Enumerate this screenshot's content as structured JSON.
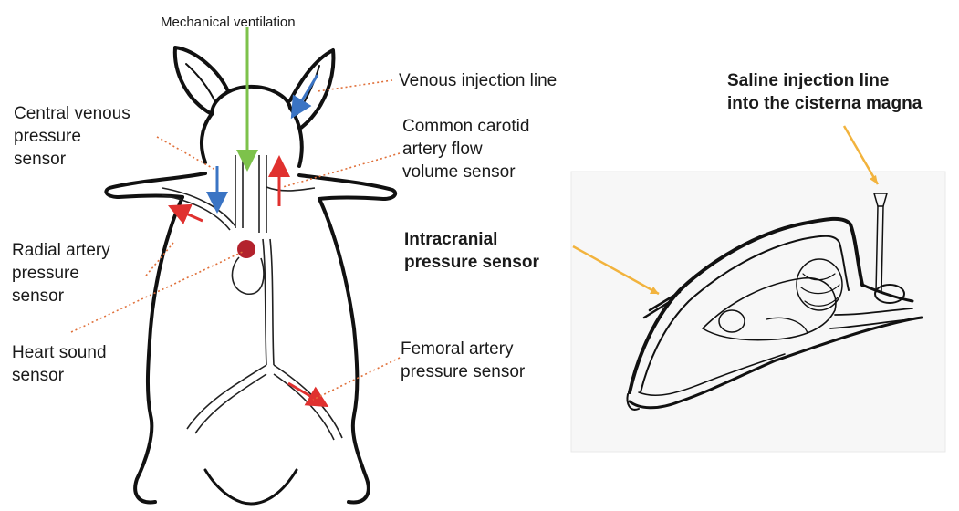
{
  "labels": {
    "mechanical_ventilation": "Mechanical  ventilation",
    "venous_injection_line": "Venous injection line",
    "central_venous_pressure_sensor": "Central venous\npressure\nsensor",
    "common_carotid_artery_flow_volume_sensor": "Common carotid\nartery flow\nvolume sensor",
    "radial_artery_pressure_sensor": "Radial artery\npressure\nsensor",
    "heart_sound_sensor": "Heart sound\nsensor",
    "femoral_artery_pressure_sensor": "Femoral artery\npressure sensor",
    "intracranial_pressure_sensor": "Intracranial\npressure sensor",
    "saline_injection_line": "Saline injection line\ninto the cisterna magna"
  },
  "colors": {
    "ventilation_arrow": "#7dc24b",
    "venous_arrow": "#3a74c4",
    "arterial_arrow": "#e0312f",
    "heart_dot": "#b3222d",
    "leader_dotted": "#e0703a",
    "pointer_arrow": "#f2b33d",
    "outline": "#111111"
  }
}
